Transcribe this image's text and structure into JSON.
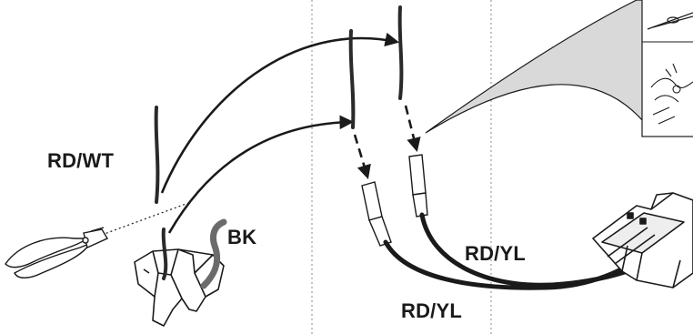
{
  "labels": {
    "red_white": "RD/WT",
    "black": "BK",
    "red_yellow_upper": "RD/YL",
    "red_yellow_lower": "RD/YL"
  },
  "colors": {
    "line": "#1a1a1a",
    "wire": "#2a2a2a",
    "wire_grey": "#6b6b6b",
    "zoom_fill": "#d9d9d9",
    "divider": "#8a8a8a"
  },
  "icons": {
    "cutter": "diagonal-cutter-pliers-icon",
    "connector_old": "old-plug-connector-icon",
    "connector_new": "harness-connector-icon",
    "splice": "butt-splice-connector-icon"
  }
}
